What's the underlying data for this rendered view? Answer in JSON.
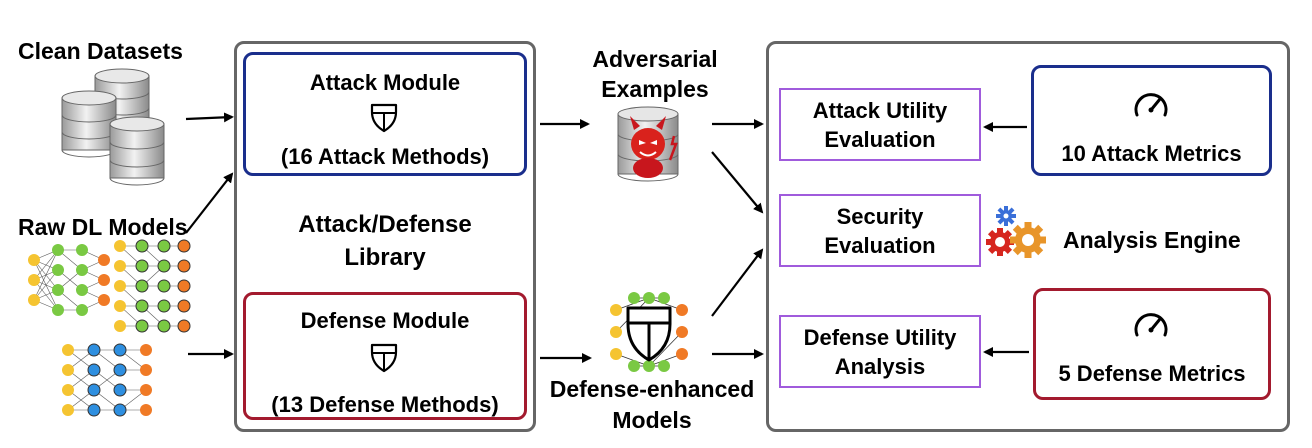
{
  "inputs": {
    "clean_datasets": "Clean Datasets",
    "raw_models": "Raw DL Models"
  },
  "library": {
    "title_line1": "Attack/Defense",
    "title_line2": "Library",
    "attack_module": {
      "title": "Attack Module",
      "count": "(16 Attack Methods)"
    },
    "defense_module": {
      "title": "Defense Module",
      "count": "(13 Defense Methods)"
    }
  },
  "outputs": {
    "adversarial_line1": "Adversarial",
    "adversarial_line2": "Examples",
    "defense_enhanced_line1": "Defense-enhanced",
    "defense_enhanced_line2": "Models"
  },
  "engine": {
    "attack_utility_line1": "Attack Utility",
    "attack_utility_line2": "Evaluation",
    "security_line1": "Security",
    "security_line2": "Evaluation",
    "defense_utility_line1": "Defense Utility",
    "defense_utility_line2": "Analysis",
    "attack_metrics": "10 Attack Metrics",
    "defense_metrics": "5 Defense Metrics",
    "analysis_engine": "Analysis Engine"
  },
  "colors": {
    "attack_blue": "#1a2e8c",
    "defense_red": "#a31a2e",
    "eval_purple": "#a05bdc",
    "frame_gray": "#666666"
  }
}
